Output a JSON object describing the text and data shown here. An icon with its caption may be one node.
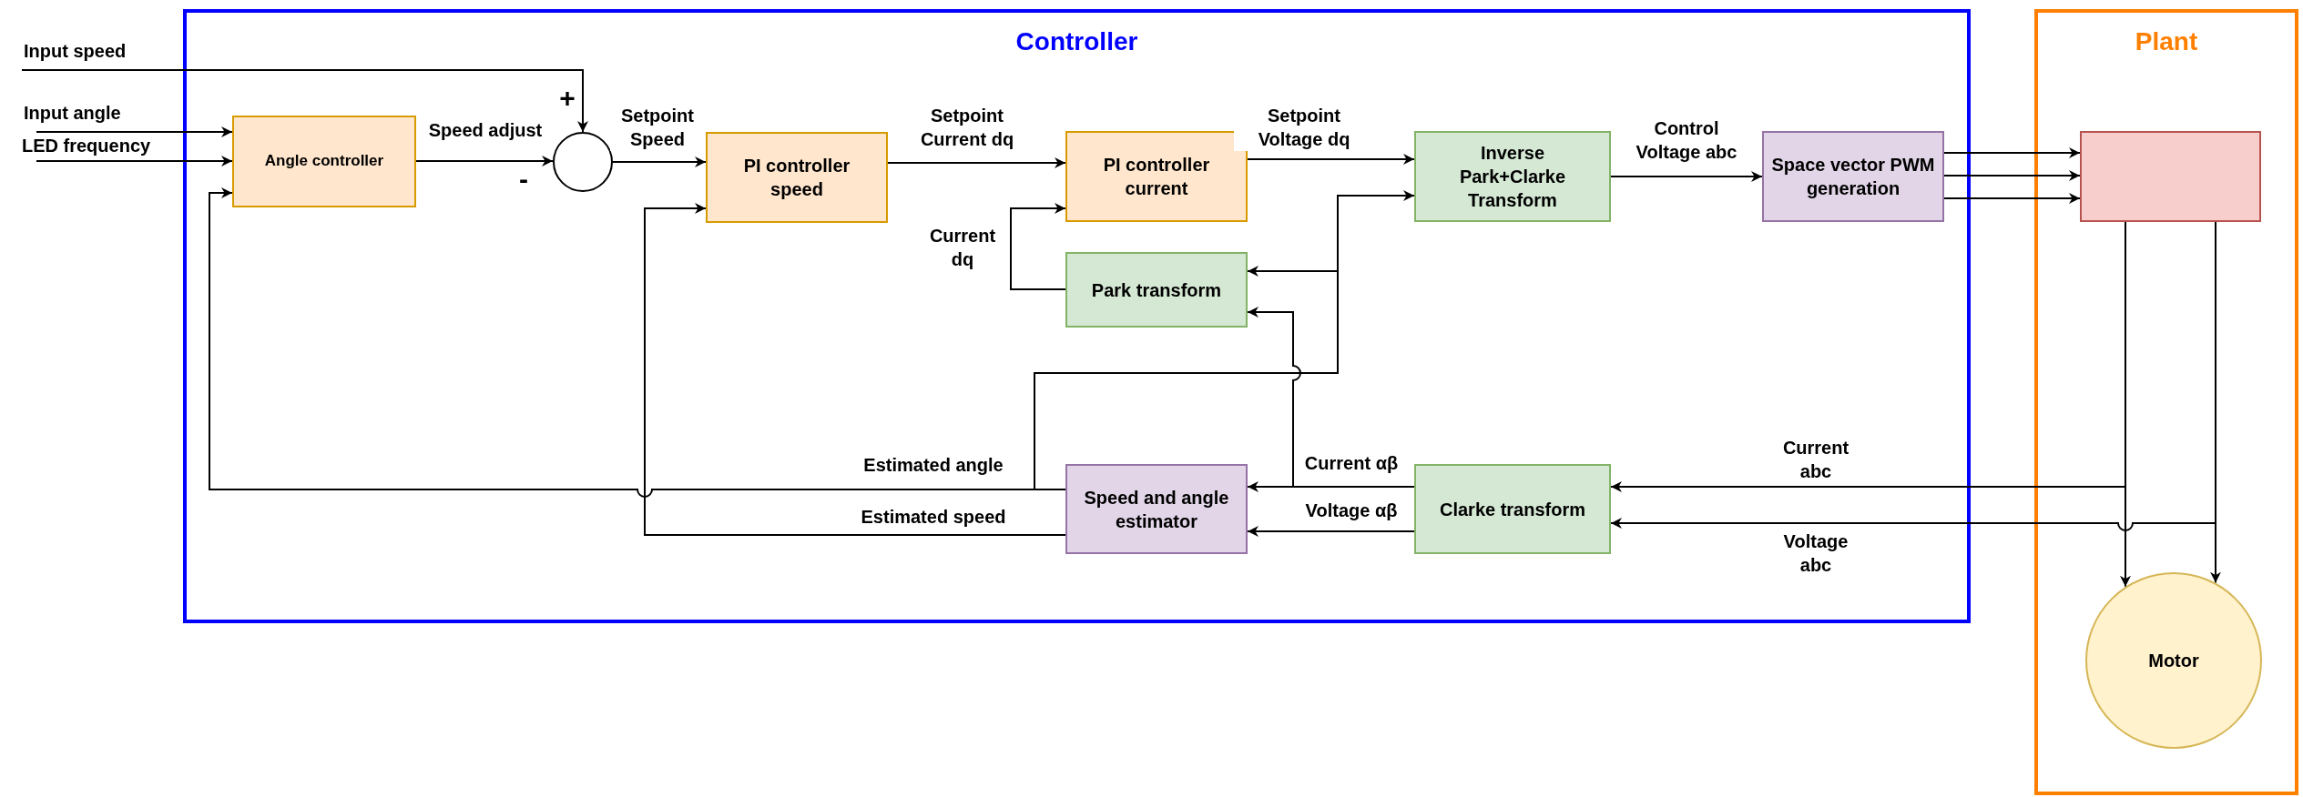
{
  "diagram": {
    "nodes": [
      {
        "text": [
          "Controller"
        ]
      },
      {
        "text": [
          "Plant"
        ]
      },
      {
        "text": [
          "Angle controller"
        ],
        "in": 0
      },
      {
        "text": [],
        "shape": "circle",
        "in": 0
      },
      {
        "text": [
          "PI controller speed"
        ],
        "in": 0
      },
      {
        "text": [
          "PI controller current"
        ],
        "in": 0
      },
      {
        "text": [
          "Park transform"
        ],
        "in": 0
      },
      {
        "text": [
          "Inverse Park+Clarke Transform"
        ],
        "in": 0
      },
      {
        "text": [
          "Space vector PWM generation"
        ],
        "in": 0
      },
      {
        "text": [
          "Speed and angle estimator"
        ],
        "in": 0
      },
      {
        "text": [
          "Clarke transform"
        ],
        "in": 0
      },
      {
        "text": [],
        "shape": "box",
        "in": 1
      },
      {
        "text": [
          "Motor"
        ],
        "in": 1
      }
    ],
    "edges": [
      {
        "from": null,
        "to": 3,
        "arrow": "to",
        "label": "Input speed"
      },
      {
        "from": null,
        "to": 2,
        "arrow": "to",
        "label": "Input angle"
      },
      {
        "from": null,
        "to": 2,
        "arrow": "to",
        "label": "LED frequency"
      },
      {
        "from": 2,
        "to": 3,
        "arrow": "to",
        "label": "Speed adjust"
      },
      {
        "from": 3,
        "to": 4,
        "arrow": "to",
        "label": "Setpoint Speed"
      },
      {
        "from": 4,
        "to": 5,
        "arrow": "to",
        "label": "Setpoint Current dq"
      },
      {
        "from": 6,
        "to": 5,
        "arrow": "to",
        "label": "Current dq"
      },
      {
        "from": 5,
        "to": 7,
        "arrow": "to",
        "label": "Setpoint Voltage dq"
      },
      {
        "from": 7,
        "to": 8,
        "arrow": "to",
        "label": "Control Voltage abc"
      },
      {
        "from": 8,
        "to": 11,
        "arrow": "to"
      },
      {
        "from": 8,
        "to": 11,
        "arrow": "to"
      },
      {
        "from": 8,
        "to": 11,
        "arrow": "to"
      },
      {
        "from": 11,
        "to": 12,
        "arrow": "to"
      },
      {
        "from": 11,
        "to": 12,
        "arrow": "to"
      },
      {
        "from": 11,
        "to": 10,
        "arrow": "to",
        "label": "Current abc"
      },
      {
        "from": 11,
        "to": 10,
        "arrow": "to",
        "label": "Voltage abc"
      },
      {
        "from": 10,
        "to": 9,
        "arrow": "to",
        "label": "Current αβ"
      },
      {
        "from": 10,
        "to": 9,
        "arrow": "to",
        "label": "Voltage αβ"
      },
      {
        "from": 10,
        "to": 6,
        "arrow": "to"
      },
      {
        "from": 9,
        "to": 2,
        "arrow": "to",
        "label": "Estimated angle"
      },
      {
        "from": 9,
        "to": 7,
        "arrow": "to"
      },
      {
        "from": 9,
        "to": 6,
        "arrow": "to"
      },
      {
        "from": 9,
        "to": 4,
        "arrow": "to",
        "label": "Estimated speed"
      }
    ],
    "labels": [
      "+",
      "-"
    ]
  }
}
